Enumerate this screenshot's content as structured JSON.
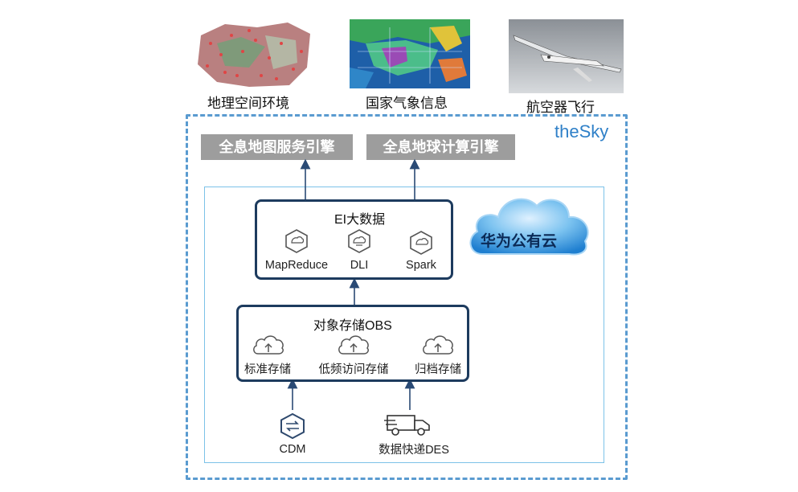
{
  "top_images": [
    {
      "caption": "地理空间环境"
    },
    {
      "caption": "国家气象信息"
    },
    {
      "caption": "航空器飞行"
    }
  ],
  "frame_label": "theSky",
  "engines": [
    {
      "label": "全息地图服务引擎"
    },
    {
      "label": "全息地球计算引擎"
    }
  ],
  "cloud": {
    "label": "华为公有云"
  },
  "ei": {
    "title": "EI大数据",
    "items": [
      {
        "label": "MapReduce",
        "icon": "mapreduce-icon"
      },
      {
        "label": "DLI",
        "icon": "dli-icon"
      },
      {
        "label": "Spark",
        "icon": "spark-icon"
      }
    ]
  },
  "obs": {
    "title": "对象存储OBS",
    "items": [
      {
        "label": "标准存储",
        "icon": "cloud-upload-icon"
      },
      {
        "label": "低频访问存储",
        "icon": "cloud-upload-icon"
      },
      {
        "label": "归档存储",
        "icon": "cloud-upload-icon"
      }
    ]
  },
  "sources": [
    {
      "label": "CDM",
      "icon": "cdm-icon"
    },
    {
      "label": "数据快递DES",
      "icon": "truck-icon"
    }
  ],
  "colors": {
    "frame_dashed": "#5a9bd0",
    "box_border": "#1d3b5e",
    "engine_bg": "#9d9d9d",
    "arrow": "#2a4a75",
    "thesky": "#2f80c8"
  }
}
